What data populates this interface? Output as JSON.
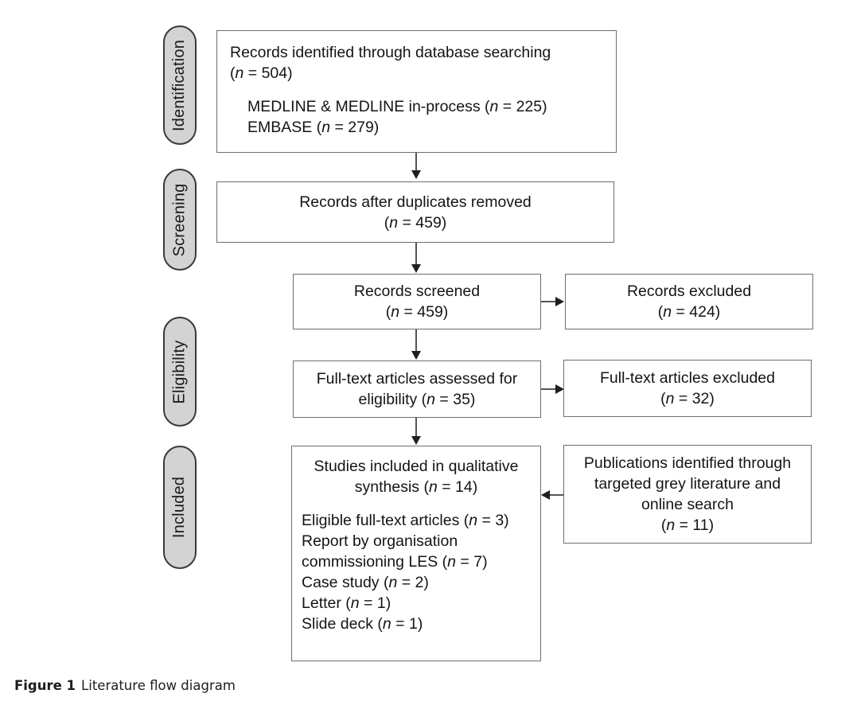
{
  "figure": {
    "caption_label": "Figure 1",
    "caption_text": "Literature flow diagram"
  },
  "stages": [
    {
      "id": "identification",
      "label": "Identification"
    },
    {
      "id": "screening",
      "label": "Screening"
    },
    {
      "id": "eligibility",
      "label": "Eligibility"
    },
    {
      "id": "included",
      "label": "Included"
    }
  ],
  "boxes": {
    "records_identified": {
      "line1": "Records identified through database searching",
      "line2_prefix": "(",
      "line2_n": "n",
      "line2_suffix": " = 504)",
      "sources": [
        {
          "prefix": "MEDLINE & MEDLINE in-process (",
          "n": "n",
          "suffix": " = 225)"
        },
        {
          "prefix": "EMBASE (",
          "n": "n",
          "suffix": " = 279)"
        }
      ]
    },
    "duplicates_removed": {
      "line1": "Records after duplicates removed",
      "line2_prefix": "(",
      "line2_n": "n",
      "line2_suffix": " = 459)"
    },
    "records_screened": {
      "line1": "Records screened",
      "line2_prefix": "(",
      "line2_n": "n",
      "line2_suffix": " = 459)"
    },
    "records_excluded": {
      "line1": "Records excluded",
      "line2_prefix": "(",
      "line2_n": "n",
      "line2_suffix": " = 424)"
    },
    "fulltext_assessed": {
      "line1": "Full-text articles assessed for",
      "line2_prefix": "eligibility (",
      "line2_n": "n",
      "line2_suffix": " = 35)"
    },
    "fulltext_excluded": {
      "line1": "Full-text articles excluded",
      "line2_prefix": "(",
      "line2_n": "n",
      "line2_suffix": " = 32)"
    },
    "studies_included": {
      "line1": "Studies included in qualitative",
      "line2_prefix": "synthesis (",
      "line2_n": "n",
      "line2_suffix": " = 14)",
      "items": [
        {
          "prefix": "Eligible full-text articles (",
          "n": "n",
          "suffix": " = 3)"
        },
        {
          "prefix": "Report by organisation",
          "n": "",
          "suffix": ""
        },
        {
          "prefix": "commissioning LES (",
          "n": "n",
          "suffix": " = 7)"
        },
        {
          "prefix": "Case study (",
          "n": "n",
          "suffix": " = 2)"
        },
        {
          "prefix": "Letter (",
          "n": "n",
          "suffix": " = 1)"
        },
        {
          "prefix": "Slide deck (",
          "n": "n",
          "suffix": " = 1)"
        }
      ]
    },
    "grey_literature": {
      "line1": "Publications identified through",
      "line2": "targeted grey literature and",
      "line3": "online search",
      "line4_prefix": "(",
      "line4_n": "n",
      "line4_suffix": " = 11)"
    }
  },
  "colors": {
    "pill_fill": "#d3d3d3",
    "pill_border": "#3a3a3a",
    "box_border": "#6e6e6e",
    "connector": "#555555",
    "arrow": "#1f1f1f",
    "text": "#141414",
    "background": "#ffffff"
  },
  "flow_data": {
    "type": "prisma-flow",
    "nodes": [
      {
        "id": "records_identified",
        "stage": "Identification",
        "n": 504
      },
      {
        "id": "medline",
        "stage": "Identification",
        "n": 225
      },
      {
        "id": "embase",
        "stage": "Identification",
        "n": 279
      },
      {
        "id": "duplicates_removed",
        "stage": "Screening",
        "n": 459
      },
      {
        "id": "records_screened",
        "stage": "Screening",
        "n": 459
      },
      {
        "id": "records_excluded",
        "stage": "Screening",
        "n": 424
      },
      {
        "id": "fulltext_assessed",
        "stage": "Eligibility",
        "n": 35
      },
      {
        "id": "fulltext_excluded",
        "stage": "Eligibility",
        "n": 32
      },
      {
        "id": "studies_included",
        "stage": "Included",
        "n": 14
      },
      {
        "id": "grey_literature",
        "stage": "Included",
        "n": 11
      }
    ],
    "edges": [
      {
        "from": "records_identified",
        "to": "duplicates_removed",
        "direction": "down"
      },
      {
        "from": "duplicates_removed",
        "to": "records_screened",
        "direction": "down"
      },
      {
        "from": "records_screened",
        "to": "records_excluded",
        "direction": "right"
      },
      {
        "from": "records_screened",
        "to": "fulltext_assessed",
        "direction": "down"
      },
      {
        "from": "fulltext_assessed",
        "to": "fulltext_excluded",
        "direction": "right"
      },
      {
        "from": "fulltext_assessed",
        "to": "studies_included",
        "direction": "down"
      },
      {
        "from": "grey_literature",
        "to": "studies_included",
        "direction": "left"
      }
    ]
  }
}
